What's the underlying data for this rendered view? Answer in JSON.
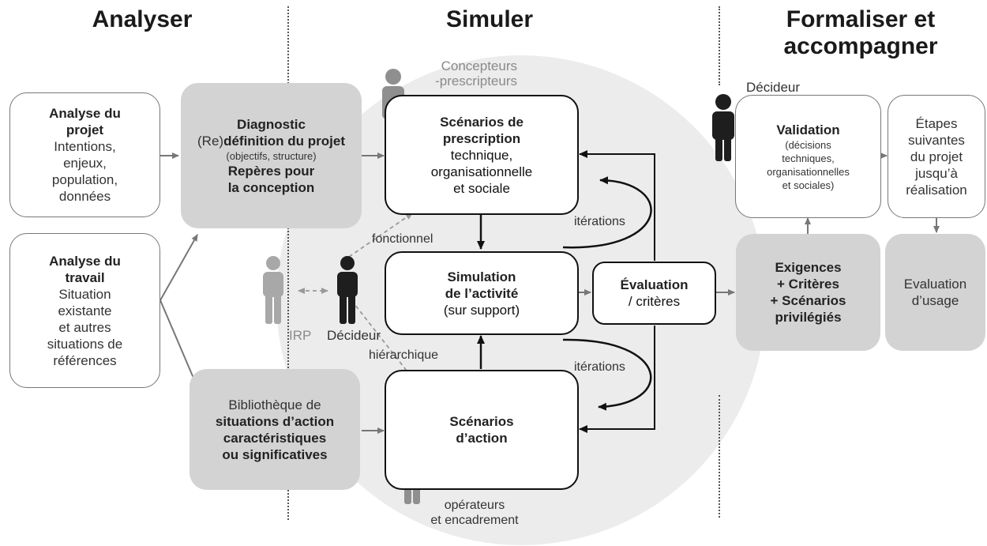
{
  "headers": {
    "analyser": "Analyser",
    "simuler": "Simuler",
    "formaliser_line1": "Formaliser et",
    "formaliser_line2": "accompagner"
  },
  "analyse_projet": {
    "title_line1": "Analyse du",
    "title_line2": "projet",
    "line1": "Intentions,",
    "line2": "enjeux,",
    "line3": "population,",
    "line4": "données"
  },
  "analyse_travail": {
    "title_line1": "Analyse du",
    "title_line2": "travail",
    "line1": "Situation",
    "line2": "existante",
    "line3": "et autres",
    "line4": "situations de",
    "line5": "références"
  },
  "diagnostic": {
    "title": "Diagnostic",
    "redef_prefix": "(Re)",
    "redef_rest": "définition du projet",
    "sub": "(objectifs, structure)",
    "reperes_line1": "Repères pour",
    "reperes_line2": "la conception"
  },
  "bibliotheque": {
    "line1": "Bibliothèque de",
    "line2": "situations d’action",
    "line3": "caractéristiques",
    "line4": "ou significatives"
  },
  "scenarios_prescription": {
    "title_line1": "Scénarios de",
    "title_line2": "prescription",
    "line1": "technique,",
    "line2": "organisationnelle",
    "line3": "et sociale"
  },
  "simulation": {
    "title_line1": "Simulation",
    "title_line2": "de l’activité",
    "sub": "(sur support)"
  },
  "scenarios_action": {
    "title_line1": "Scénarios",
    "title_line2": "d’action"
  },
  "evaluation": {
    "title": "Évaluation",
    "sub": "/ critères"
  },
  "validation": {
    "title": "Validation",
    "line1": "(décisions",
    "line2": "techniques,",
    "line3": "organisationnelles",
    "line4": "et sociales)"
  },
  "etapes": {
    "line1": "Étapes",
    "line2": "suivantes",
    "line3": "du projet",
    "line4": "jusqu’à",
    "line5": "réalisation"
  },
  "exigences": {
    "line1": "Exigences",
    "line2": "+ Critères",
    "line3": "+ Scénarios",
    "line4": "privilégiés"
  },
  "evaluation_usage": {
    "line1": "Evaluation",
    "line2": "d’usage"
  },
  "labels": {
    "concepteurs_line1": "Concepteurs",
    "concepteurs_line2": "-prescripteurs",
    "decideur_top": "Décideur",
    "fonctionnel": "fonctionnel",
    "iterations_top": "itérations",
    "iterations_bottom": "itérations",
    "irp": "IRP",
    "decideur_mid": "Décideur",
    "hierarchique": "hiérarchique",
    "operateurs_line1": "opérateurs",
    "operateurs_line2": "et encadrement"
  },
  "colors": {
    "grey_box": "#d3d3d3",
    "circle": "#ececec",
    "person_grey": "#8f8f8f",
    "person_dark": "#1e1e1e",
    "person_light": "#a8a8a8"
  }
}
